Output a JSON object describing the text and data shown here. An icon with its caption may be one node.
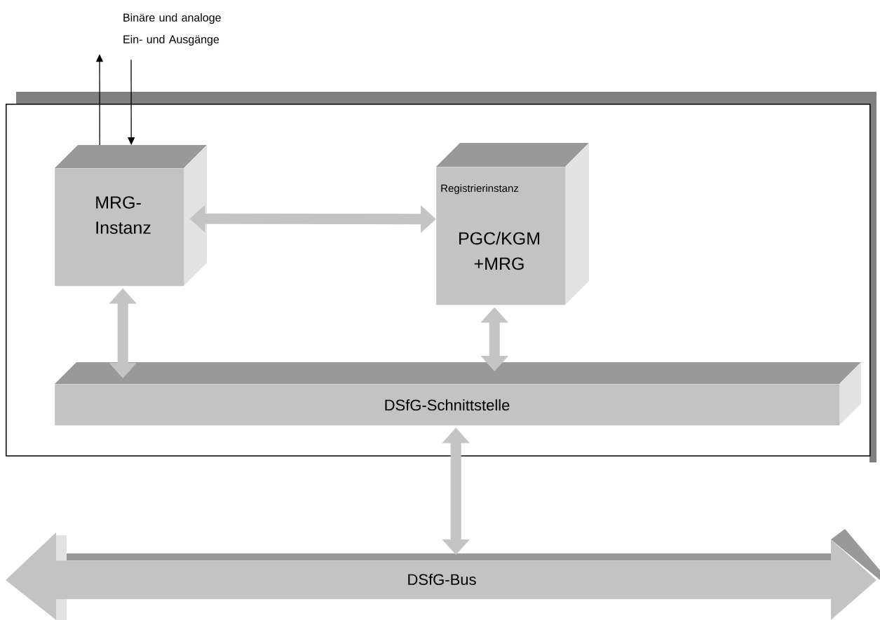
{
  "diagram": {
    "nodes": [
      {
        "text": [],
        "shape": "box"
      },
      {
        "text": [
          "MRG- Instanz"
        ],
        "in": 0
      },
      {
        "text": [
          "Registrierinstanz",
          "PGC/KGM +MRG"
        ],
        "in": 0
      },
      {
        "text": [
          "DSfG-Schnittstelle"
        ],
        "in": 0
      },
      {
        "text": [
          "DSfG-Bus"
        ]
      },
      {
        "text": [
          "Binäre und analoge Ein- und Ausgänge"
        ]
      }
    ],
    "edges": [
      {
        "from": 1,
        "to": 5,
        "arrow": "to",
        "color": "#000000"
      },
      {
        "from": 5,
        "to": 1,
        "arrow": "to",
        "color": "#000000"
      },
      {
        "from": 1,
        "to": 2,
        "arrow": "both"
      },
      {
        "from": 1,
        "to": 3,
        "arrow": "both"
      },
      {
        "from": 2,
        "to": 3,
        "arrow": "both"
      },
      {
        "from": 3,
        "to": 4,
        "arrow": "both"
      }
    ]
  }
}
